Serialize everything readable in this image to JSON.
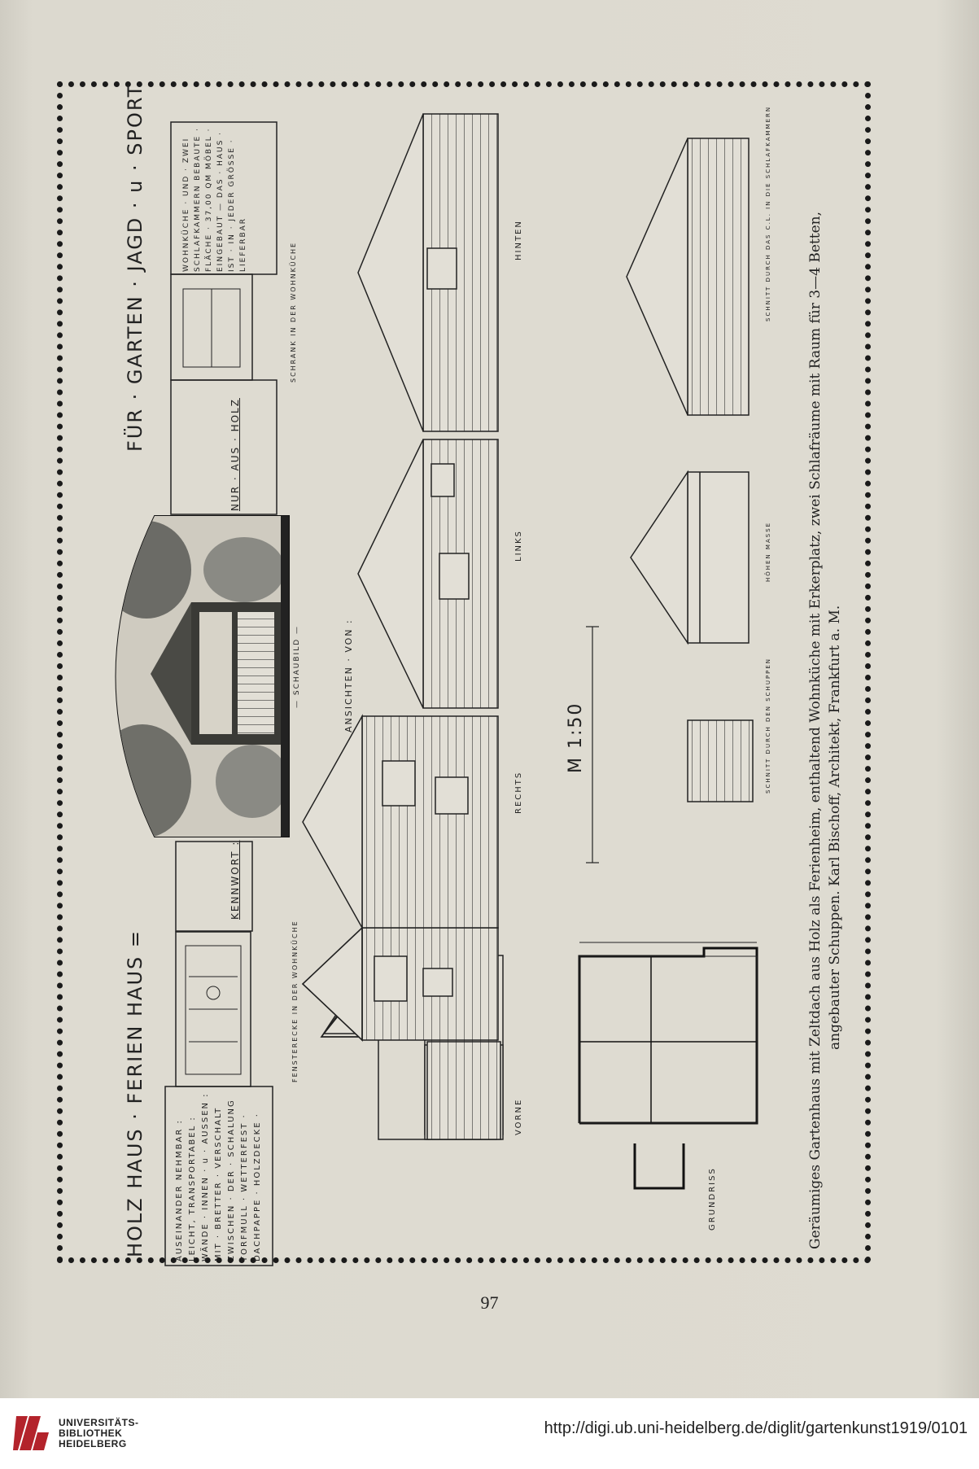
{
  "page": {
    "header_left": "HOLZ HAUS · FERIEN HAUS =",
    "header_right": "FÜR · GARTEN · JAGD · u · SPORT",
    "features_box": "AUSEINANDER NEHMBAR : LEICHT, TRANSPORTABEL : WÄNDE · INNEN · u · AUSSEN : MIT · BRETTER · VERSCHALT ZWISCHEN · DER · SCHALUNG TORFMULL · WETTERFEST · DACHPAPPE · HOLZDECKE ·",
    "caption_interior_left": "FENSTERECKE IN DER WOHNKÜCHE",
    "kennwort_label": "KENNWORT :",
    "schaubild_label": "— SCHAUBILD —",
    "nur_aus_holz": "NUR · AUS · HOLZ",
    "caption_interior_right": "SCHRANK IN DER WOHNKÜCHE",
    "rooms_box": "WOHNKÜCHE · UND · ZWEI SCHLAFKAMMERN BEBAUTE · FLÄCHE · 37,00 QM MÖBEL · EINGEBAUT — DAS · HAUS · IST · IN · JEDER GRÖSSE · LIEFERBAR",
    "ansichten_label": "ANSICHTEN · VON :",
    "views": {
      "vorne": "VORNE",
      "rechts": "RECHTS",
      "links": "LINKS",
      "hinten": "HINTEN"
    },
    "grundriss_label": "GRUNDRISS",
    "scale_label": "M 1:50",
    "schnitt_schuppen": "SCHNITT DURCH DEN SCHUPPEN",
    "hoehen_masse": "HÖHEN MASSE",
    "schnitt_schlafkammern": "SCHNITT DURCH DAS C.L. IN DIE SCHLAFKAMMERN",
    "description_line1": "Geräumiges Gartenhaus mit Zeltdach aus Holz als Ferienheim, enthaltend Wohnküche mit Erkerplatz, zwei Schlafräume mit Raum für 3—4 Betten,",
    "description_line2": "angebauter Schuppen. Karl Bischoff, Architekt, Frankfurt a. M.",
    "page_number": "97"
  },
  "footer": {
    "library_line1": "UNIVERSITÄTS-",
    "library_line2": "BIBLIOTHEK",
    "library_line3": "HEIDELBERG",
    "url": "http://digi.ub.uni-heidelberg.de/diglit/gartenkunst1919/0101",
    "logo_color": "#b3232b"
  }
}
